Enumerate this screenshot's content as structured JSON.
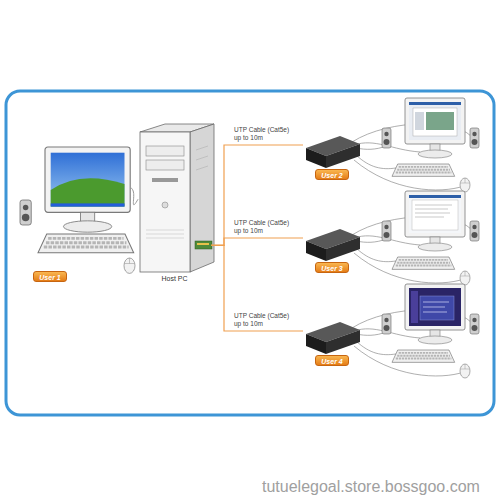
{
  "diagram": {
    "nodes": [
      {
        "text": [
          "Host PC"
        ]
      },
      {
        "text": [
          "User 1"
        ]
      },
      {
        "text": [
          "User 2"
        ]
      },
      {
        "text": [
          "User 3"
        ]
      },
      {
        "text": [
          "User 4"
        ]
      }
    ],
    "edges": [
      {
        "from": 0,
        "to": 1,
        "arrow": "none"
      },
      {
        "from": 0,
        "to": 2,
        "label": "UTP Cable (Cat5e) up to 10m",
        "arrow": "none"
      },
      {
        "from": 0,
        "to": 3,
        "label": "UTP Cable (Cat5e) up to 10m",
        "arrow": "none"
      },
      {
        "from": 0,
        "to": 4,
        "label": "UTP Cable (Cat5e) up to 10m",
        "arrow": "none"
      }
    ],
    "labels": [
      "tutuelegoal.store.bossgoo.com"
    ]
  }
}
